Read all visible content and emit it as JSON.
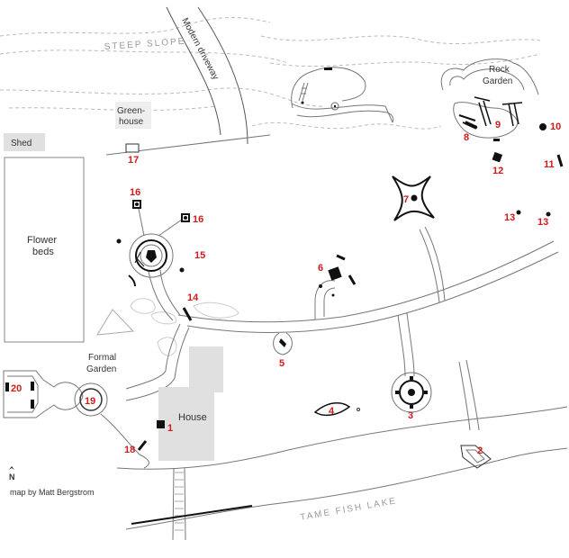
{
  "labels": {
    "steep_slope": "STEEP SLOPE",
    "driveway": "Modern driveway",
    "rock_garden_1": "Rock",
    "rock_garden_2": "Garden",
    "greenhouse_1": "Green-",
    "greenhouse_2": "house",
    "shed": "Shed",
    "flower_beds_1": "Flower",
    "flower_beds_2": "beds",
    "formal_garden_1": "Formal",
    "formal_garden_2": "Garden",
    "house": "House",
    "lake": "TAME FISH LAKE",
    "north": "N",
    "credit": "map by Matt Bergstrom"
  },
  "markers": [
    "1",
    "2",
    "3",
    "4",
    "5",
    "6",
    "7",
    "8",
    "9",
    "10",
    "11",
    "12",
    "13",
    "13",
    "14",
    "15",
    "16",
    "16",
    "17",
    "18",
    "19",
    "20"
  ],
  "colors": {
    "marker_number": "#d11a1a",
    "house_fill": "#e0e0e0",
    "path_line": "#777777"
  }
}
